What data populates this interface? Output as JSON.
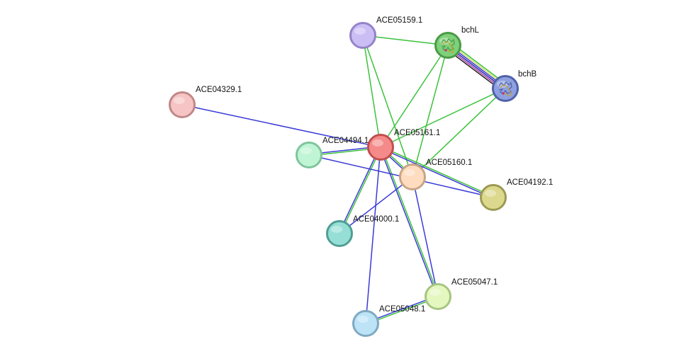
{
  "network": {
    "nodes": [
      {
        "id": "ACE05159.1",
        "label": "ACE05159.1",
        "fill": "#cbbef5",
        "stroke": "#9482c8",
        "structure": false
      },
      {
        "id": "bchL",
        "label": "bchL",
        "fill": "#7fd07a",
        "stroke": "#4a9a46",
        "structure": true
      },
      {
        "id": "bchB",
        "label": "bchB",
        "fill": "#8fa0e0",
        "stroke": "#4f62a8",
        "structure": true
      },
      {
        "id": "ACE04329.1",
        "label": "ACE04329.1",
        "fill": "#f6c4c4",
        "stroke": "#c08888",
        "structure": false
      },
      {
        "id": "ACE05161.1",
        "label": "ACE05161.1",
        "fill": "#f48a8a",
        "stroke": "#c24e4e",
        "structure": false
      },
      {
        "id": "ACE04494.1",
        "label": "ACE04494.1",
        "fill": "#bff5d4",
        "stroke": "#7fc59c",
        "structure": false
      },
      {
        "id": "ACE05160.1",
        "label": "ACE05160.1",
        "fill": "#fddcbf",
        "stroke": "#c9a584",
        "structure": false
      },
      {
        "id": "ACE04192.1",
        "label": "ACE04192.1",
        "fill": "#dcd98e",
        "stroke": "#9c9a52",
        "structure": false
      },
      {
        "id": "ACE04000.1",
        "label": "ACE04000.1",
        "fill": "#96dfd6",
        "stroke": "#4e9e94",
        "structure": false
      },
      {
        "id": "ACE05047.1",
        "label": "ACE05047.1",
        "fill": "#e3f7bf",
        "stroke": "#a7c582",
        "structure": false
      },
      {
        "id": "ACE05048.1",
        "label": "ACE05048.1",
        "fill": "#bde3f7",
        "stroke": "#7fa9c2",
        "structure": false
      }
    ],
    "edges": [
      {
        "source": "ACE05159.1",
        "target": "bchL",
        "colors": [
          "#3cc23c"
        ]
      },
      {
        "source": "ACE05159.1",
        "target": "ACE05161.1",
        "colors": [
          "#3cc23c"
        ]
      },
      {
        "source": "ACE05159.1",
        "target": "ACE05160.1",
        "colors": [
          "#3cc23c"
        ]
      },
      {
        "source": "bchL",
        "target": "bchB",
        "colors": [
          "#3cc23c",
          "#d2e060",
          "#3a3ad6",
          "#2a2ab0",
          "#b03aa8",
          "#222222"
        ]
      },
      {
        "source": "bchL",
        "target": "ACE05161.1",
        "colors": [
          "#3cc23c"
        ]
      },
      {
        "source": "bchL",
        "target": "ACE05160.1",
        "colors": [
          "#3cc23c"
        ]
      },
      {
        "source": "bchB",
        "target": "ACE05161.1",
        "colors": [
          "#3cc23c"
        ]
      },
      {
        "source": "bchB",
        "target": "ACE05160.1",
        "colors": [
          "#3cc23c"
        ]
      },
      {
        "source": "ACE04329.1",
        "target": "ACE05161.1",
        "colors": [
          "#3a3ad6"
        ]
      },
      {
        "source": "ACE05161.1",
        "target": "ACE04494.1",
        "colors": [
          "#3cc23c",
          "#3a3ad6"
        ]
      },
      {
        "source": "ACE05161.1",
        "target": "ACE05160.1",
        "colors": [
          "#3cc23c",
          "#3a3ad6"
        ]
      },
      {
        "source": "ACE05161.1",
        "target": "ACE04192.1",
        "colors": [
          "#3cc23c",
          "#3a3ad6"
        ]
      },
      {
        "source": "ACE05161.1",
        "target": "ACE04000.1",
        "colors": [
          "#3cc23c",
          "#3a3ad6"
        ]
      },
      {
        "source": "ACE05161.1",
        "target": "ACE05047.1",
        "colors": [
          "#3cc23c",
          "#3a3ad6"
        ]
      },
      {
        "source": "ACE05161.1",
        "target": "ACE05048.1",
        "colors": [
          "#3a3ad6"
        ]
      },
      {
        "source": "ACE04494.1",
        "target": "ACE04192.1",
        "colors": [
          "#3a3ad6"
        ]
      },
      {
        "source": "ACE05160.1",
        "target": "ACE04000.1",
        "colors": [
          "#3a3ad6"
        ]
      },
      {
        "source": "ACE05160.1",
        "target": "ACE05047.1",
        "colors": [
          "#3a3ad6"
        ]
      },
      {
        "source": "ACE05047.1",
        "target": "ACE05048.1",
        "colors": [
          "#3cc23c",
          "#3a3ad6"
        ]
      }
    ]
  }
}
